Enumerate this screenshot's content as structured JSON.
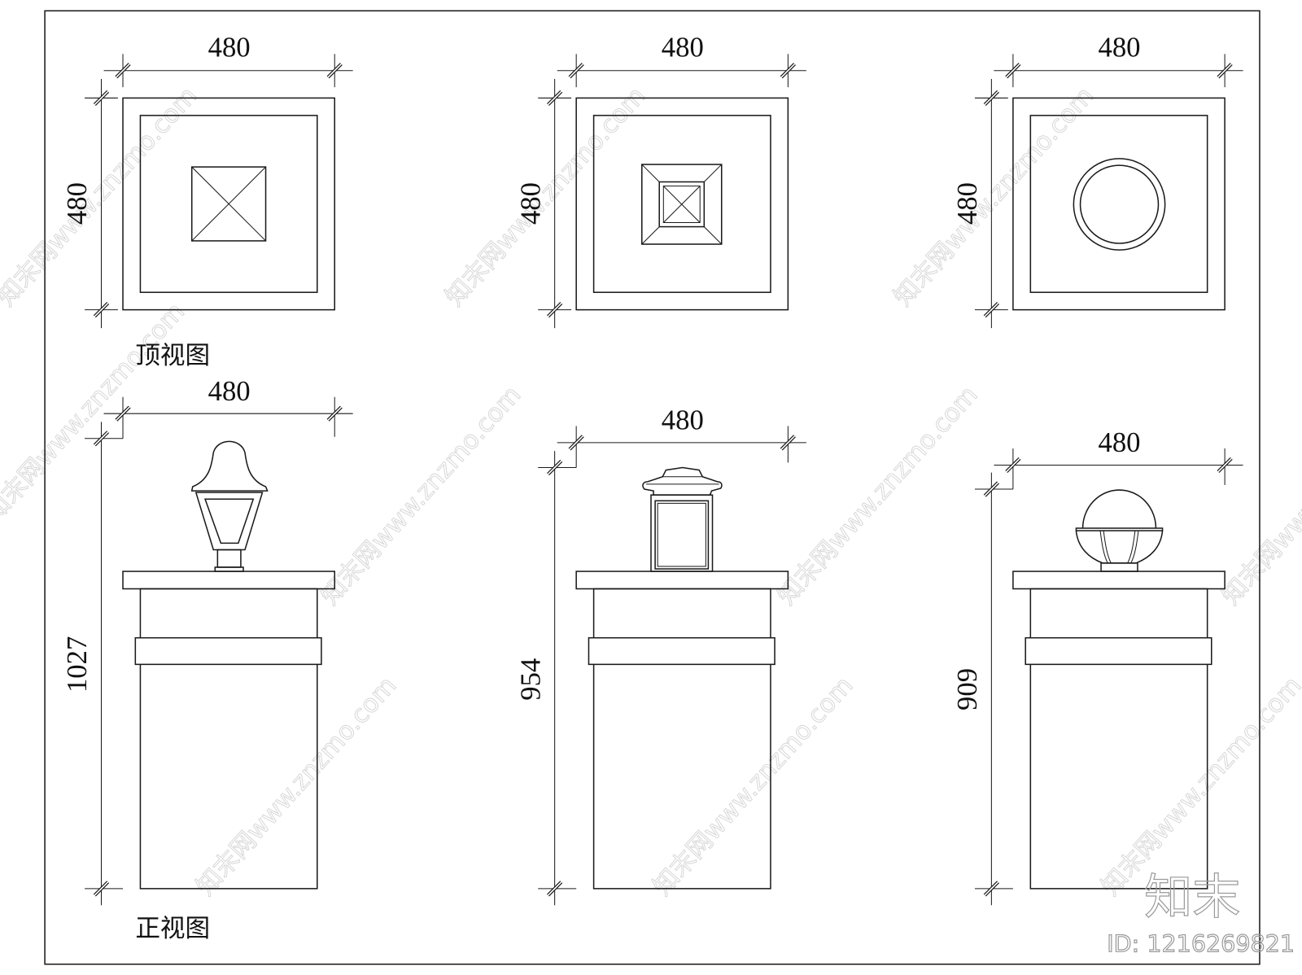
{
  "drawing": {
    "top_view_label": "顶视图",
    "front_view_label": "正视图",
    "top_views": [
      {
        "width": "480",
        "depth": "480",
        "lamp_plan": "square-x"
      },
      {
        "width": "480",
        "depth": "480",
        "lamp_plan": "nested-square"
      },
      {
        "width": "480",
        "depth": "480",
        "lamp_plan": "circle"
      }
    ],
    "front_views": [
      {
        "width": "480",
        "height": "1027",
        "lamp": "bell-lantern"
      },
      {
        "width": "480",
        "height": "954",
        "lamp": "box-lantern"
      },
      {
        "width": "480",
        "height": "909",
        "lamp": "globe-lamp"
      }
    ]
  },
  "watermark": {
    "text": "知末网www.znzmo.com",
    "logo": "知末",
    "id": "ID: 1216269821"
  }
}
